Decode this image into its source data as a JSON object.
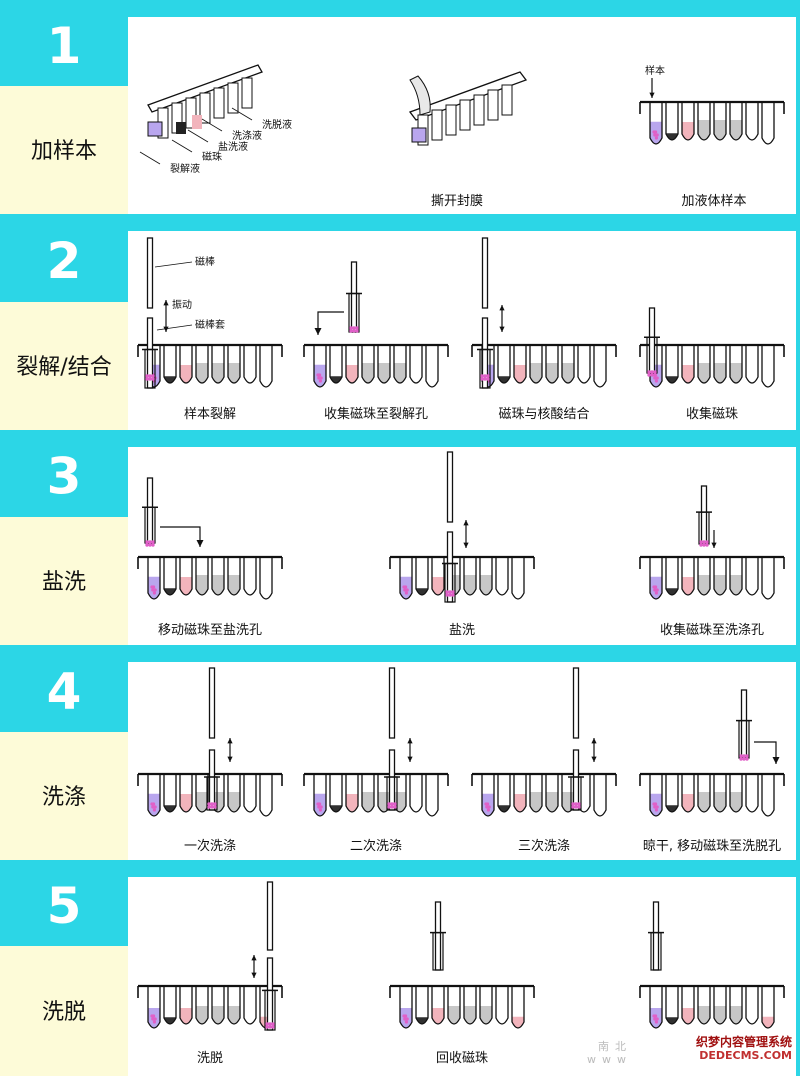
{
  "colors": {
    "cyan": "#2cd6e6",
    "cream": "#fdfbd8",
    "lysis": "#b9a6ee",
    "bead": "#e060c8",
    "salt": "#f2b4bc",
    "wash": "#c7c7c7"
  },
  "steps": [
    {
      "number": "1",
      "label": "加样本",
      "panels": [
        {
          "caption": "",
          "callouts": [
            "洗脱液",
            "洗涤液",
            "盐洗液",
            "磁珠",
            "裂解液"
          ]
        },
        {
          "caption": "撕开封膜"
        },
        {
          "caption": "加液体样本",
          "callouts": [
            "样本"
          ]
        }
      ]
    },
    {
      "number": "2",
      "label": "裂解/结合",
      "panels": [
        {
          "caption": "样本裂解",
          "callouts": [
            "磁棒",
            "振动",
            "磁棒套"
          ]
        },
        {
          "caption": "收集磁珠至裂解孔"
        },
        {
          "caption": "磁珠与核酸结合"
        },
        {
          "caption": "收集磁珠"
        }
      ]
    },
    {
      "number": "3",
      "label": "盐洗",
      "panels": [
        {
          "caption": "移动磁珠至盐洗孔"
        },
        {
          "caption": "盐洗"
        },
        {
          "caption": "收集磁珠至洗涤孔"
        }
      ]
    },
    {
      "number": "4",
      "label": "洗涤",
      "panels": [
        {
          "caption": "一次洗涤"
        },
        {
          "caption": "二次洗涤"
        },
        {
          "caption": "三次洗涤"
        },
        {
          "caption": "晾干, 移动磁珠至洗脱孔"
        }
      ]
    },
    {
      "number": "5",
      "label": "洗脱",
      "panels": [
        {
          "caption": "洗脱"
        },
        {
          "caption": "回收磁珠"
        },
        {
          "caption": ""
        }
      ]
    }
  ],
  "watermark": {
    "line1": "织梦内容管理系统",
    "line2": "DEDECMS.COM",
    "line3": "南北 www"
  }
}
